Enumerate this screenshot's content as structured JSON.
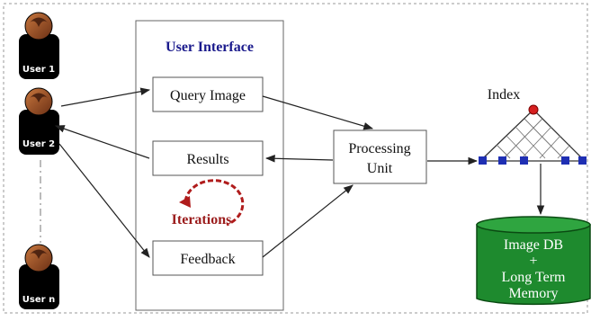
{
  "users": [
    {
      "label": "User 1"
    },
    {
      "label": "User 2"
    },
    {
      "label": "User n"
    }
  ],
  "ui_panel": {
    "title": "User Interface",
    "query_label": "Query Image",
    "results_label": "Results",
    "feedback_label": "Feedback",
    "iterations_label": "Iterations"
  },
  "processing": {
    "line1": "Processing",
    "line2": "Unit"
  },
  "index": {
    "title": "Index"
  },
  "database": {
    "line1": "Image DB",
    "line2": "+",
    "line3": "Long Term",
    "line4": "Memory"
  },
  "colors": {
    "ui_title": "#1a1a8c",
    "iterations": "#9b1c1c",
    "db_fill": "#1e8a2e",
    "index_node": "#1f2fb3",
    "index_root": "#d62020"
  }
}
